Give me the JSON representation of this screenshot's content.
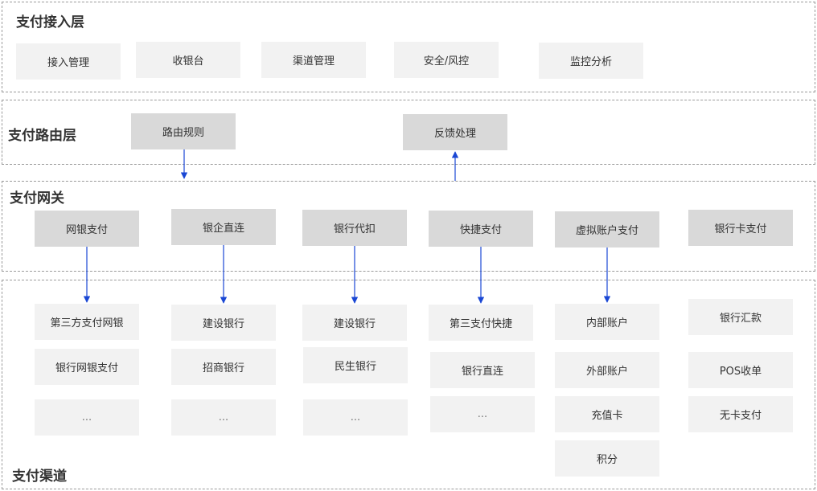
{
  "colors": {
    "light_box": "#f2f2f2",
    "dark_box": "#d9d9d9",
    "arrow": "#1a47d4",
    "border": "#9a9a9a",
    "text": "#333333"
  },
  "access_layer": {
    "title": "支付接入层",
    "items": [
      "接入管理",
      "收银台",
      "渠道管理",
      "安全/风控",
      "监控分析"
    ]
  },
  "routing_layer": {
    "title": "支付路由层",
    "items": [
      "路由规则",
      "反馈处理"
    ]
  },
  "gateway_layer": {
    "title": "支付网关",
    "items": [
      "网银支付",
      "银企直连",
      "银行代扣",
      "快捷支付",
      "虚拟账户支付",
      "银行卡支付"
    ]
  },
  "channel_layer": {
    "title": "支付渠道",
    "columns": [
      [
        "第三方支付网银",
        "银行网银支付",
        "..."
      ],
      [
        "建设银行",
        "招商银行",
        "..."
      ],
      [
        "建设银行",
        "民生银行",
        "..."
      ],
      [
        "第三支付快捷",
        "银行直连",
        "..."
      ],
      [
        "内部账户",
        "外部账户",
        "充值卡",
        "积分"
      ],
      [
        "银行汇款",
        "POS收单",
        "无卡支付"
      ]
    ]
  }
}
